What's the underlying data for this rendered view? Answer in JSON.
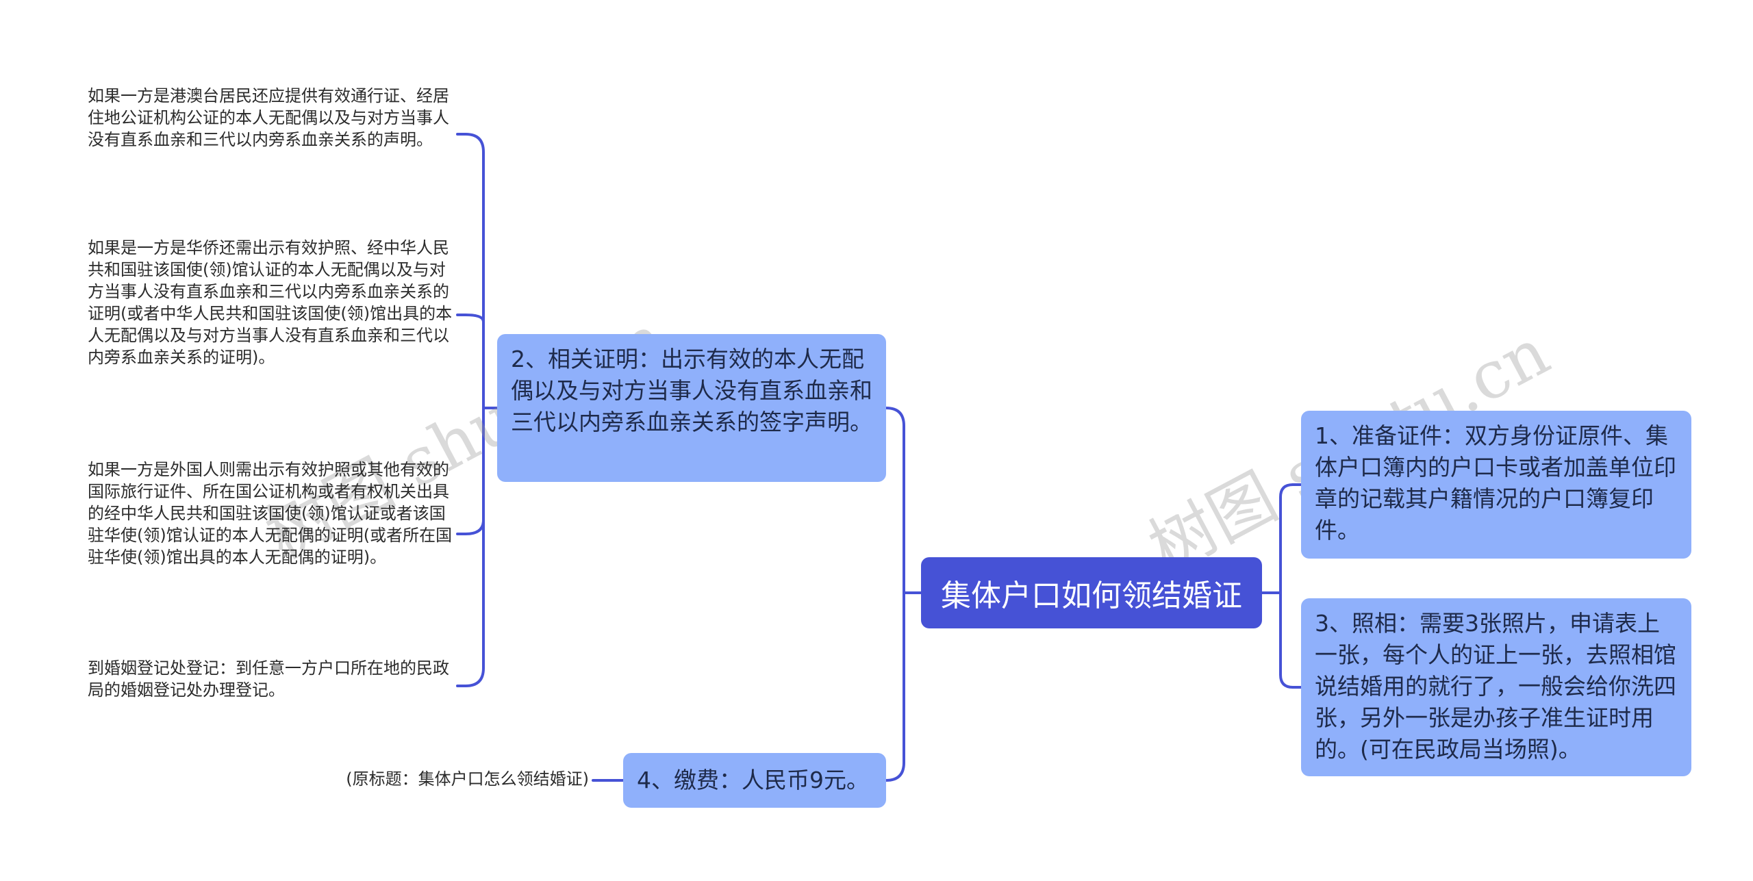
{
  "root": {
    "label": "集体户口如何领结婚证"
  },
  "right": [
    {
      "label": "1、准备证件：双方身份证原件、集体户口簿内的户口卡或者加盖单位印章的记载其户籍情况的户口簿复印件。"
    },
    {
      "label": "3、照相：需要3张照片，申请表上一张，每个人的证上一张，去照相馆说结婚用的就行了，一般会给你洗四张，另外一张是办孩子准生证时用的。(可在民政局当场照)。"
    }
  ],
  "left": [
    {
      "label": "2、相关证明：出示有效的本人无配偶以及与对方当事人没有直系血亲和三代以内旁系血亲关系的签字声明。",
      "children": [
        "如果一方是港澳台居民还应提供有效通行证、经居住地公证机构公证的本人无配偶以及与对方当事人没有直系血亲和三代以内旁系血亲关系的声明。",
        "如果是一方是华侨还需出示有效护照、经中华人民共和国驻该国使(领)馆认证的本人无配偶以及与对方当事人没有直系血亲和三代以内旁系血亲关系的证明(或者中华人民共和国驻该国使(领)馆出具的本人无配偶以及与对方当事人没有直系血亲和三代以内旁系血亲关系的证明)。",
        "如果一方是外国人则需出示有效护照或其他有效的国际旅行证件、所在国公证机构或者有权机关出具的经中华人民共和国驻该国使(领)馆认证或者该国驻华使(领)馆认证的本人无配偶的证明(或者所在国驻华使(领)馆出具的本人无配偶的证明)。",
        "到婚姻登记处登记：到任意一方户口所在地的民政局的婚姻登记处办理登记。"
      ]
    },
    {
      "label": "4、缴费：人民币9元。",
      "children": [
        "(原标题：集体户口怎么领结婚证)"
      ]
    }
  ],
  "watermark": "树图 shutu.cn",
  "colors": {
    "root_bg": "#4652d6",
    "node_bg": "#8fb0fb",
    "link": "#4652d6"
  }
}
